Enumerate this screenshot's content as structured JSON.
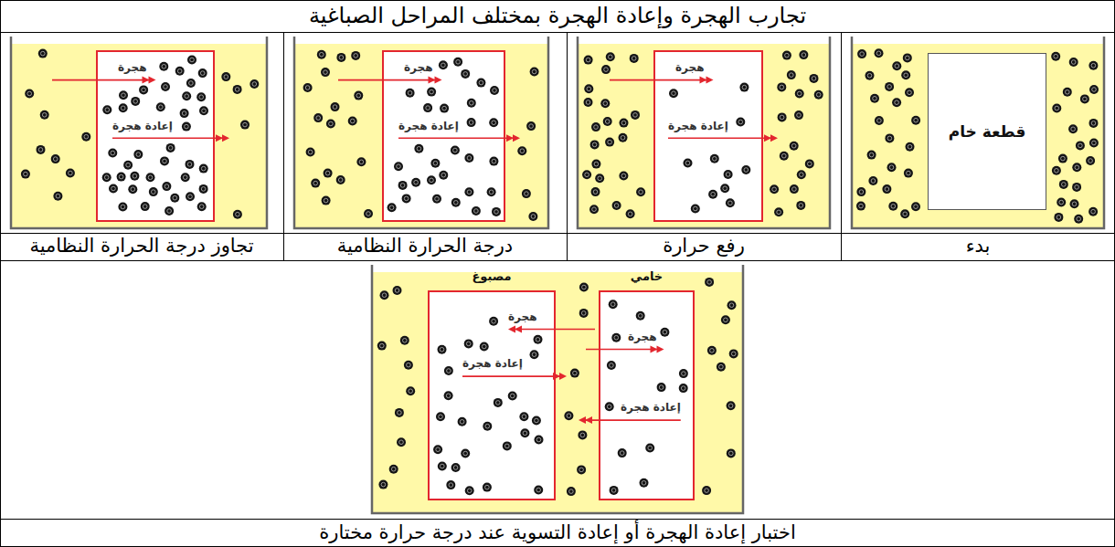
{
  "diagram": {
    "title": "تجارب الهجرة وإعادة الهجرة بمختلف المراحل الصباغية",
    "nodes": [
      {
        "text": [
          "قطعة خام"
        ]
      },
      {
        "text": [
          "هجرة",
          "إعادة هجرة"
        ]
      },
      {
        "text": [
          "هجرة",
          "إعادة هجرة"
        ]
      },
      {
        "text": [
          "هجرة",
          "إعادة هجرة"
        ]
      },
      {
        "text": [
          "خامي",
          "هجرة",
          "إعادة هجرة"
        ]
      },
      {
        "text": [
          "مصبوغ",
          "هجرة",
          "إعادة هجرة"
        ]
      }
    ],
    "labels": [
      "بدء",
      "رفع حرارة",
      "درجة الحرارة النظامية",
      "تجاوز درجة الحرارة النظامية",
      "اختبار إعادة الهجرة أو إعادة التسوية عند درجة حرارة مختارة"
    ]
  }
}
